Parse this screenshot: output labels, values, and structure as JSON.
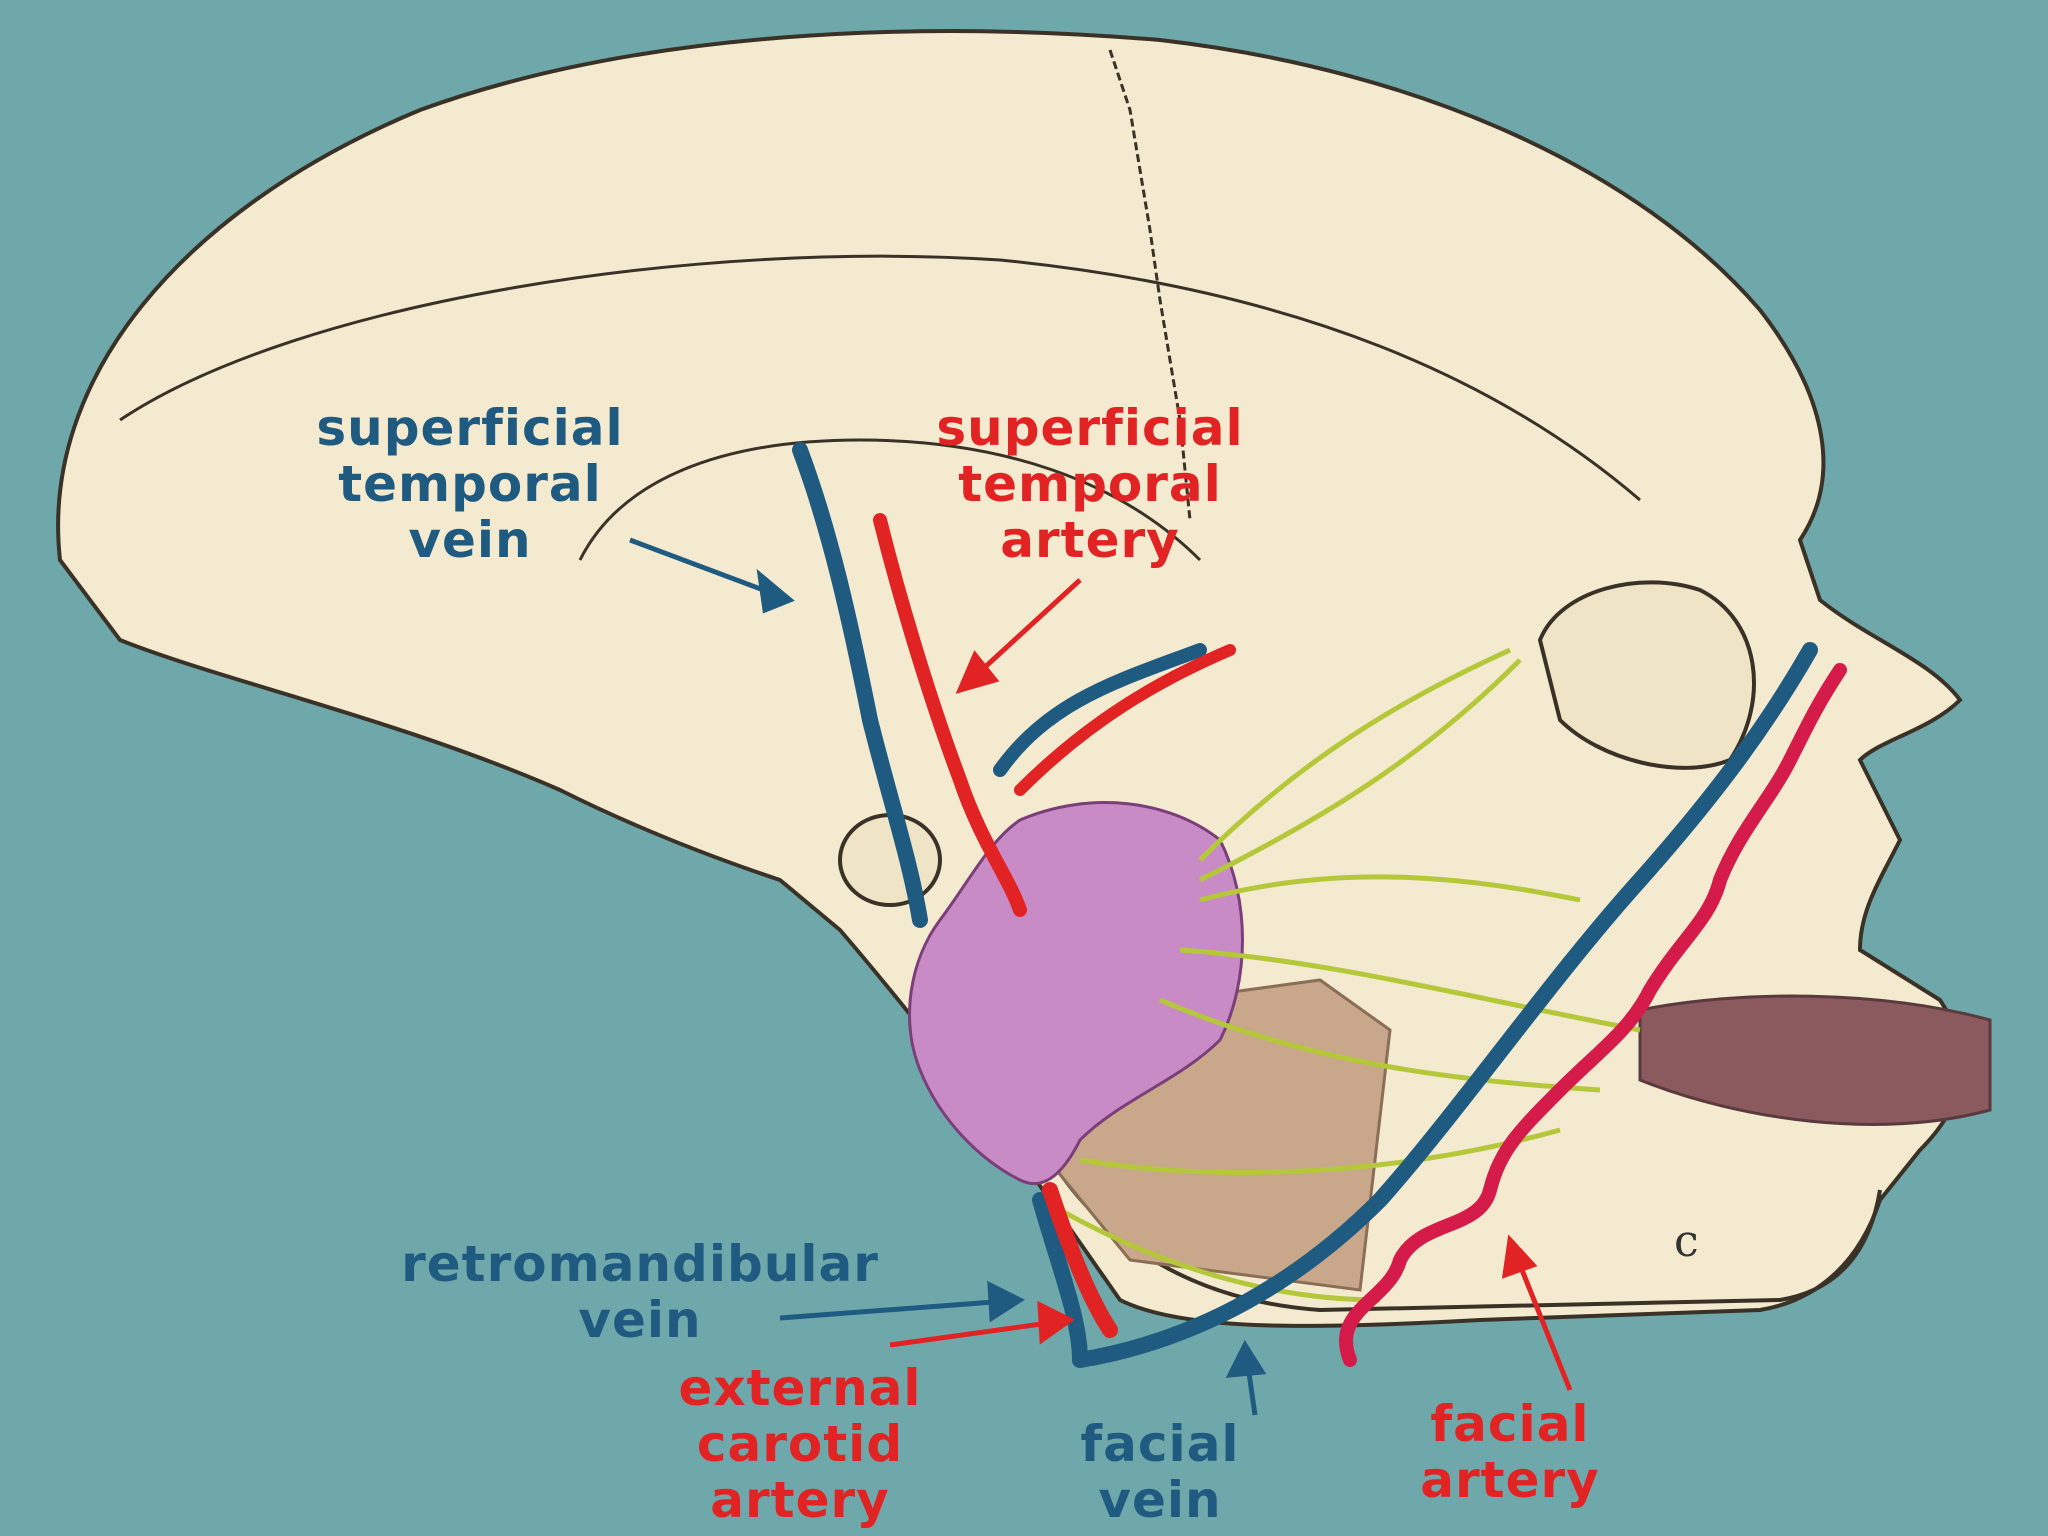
{
  "labels": {
    "superficial_temporal_vein": [
      "superficial",
      "temporal",
      "vein"
    ],
    "superficial_temporal_artery": [
      "superficial",
      "temporal",
      "artery"
    ],
    "retromandibular_vein": [
      "retromandibular",
      "vein"
    ],
    "external_carotid_artery": [
      "external",
      "carotid",
      "artery"
    ],
    "facial_vein": [
      "facial",
      "vein"
    ],
    "facial_artery": [
      "facial",
      "artery"
    ],
    "figure_letter": "c"
  },
  "colors": {
    "background": "#6fa8ab",
    "skull": "#f3ead0",
    "vein": "#1f5a80",
    "artery": "#e22323",
    "nerve": "#b5c83a",
    "gland": "#c98bc6",
    "masseter": "#c9a78a"
  }
}
